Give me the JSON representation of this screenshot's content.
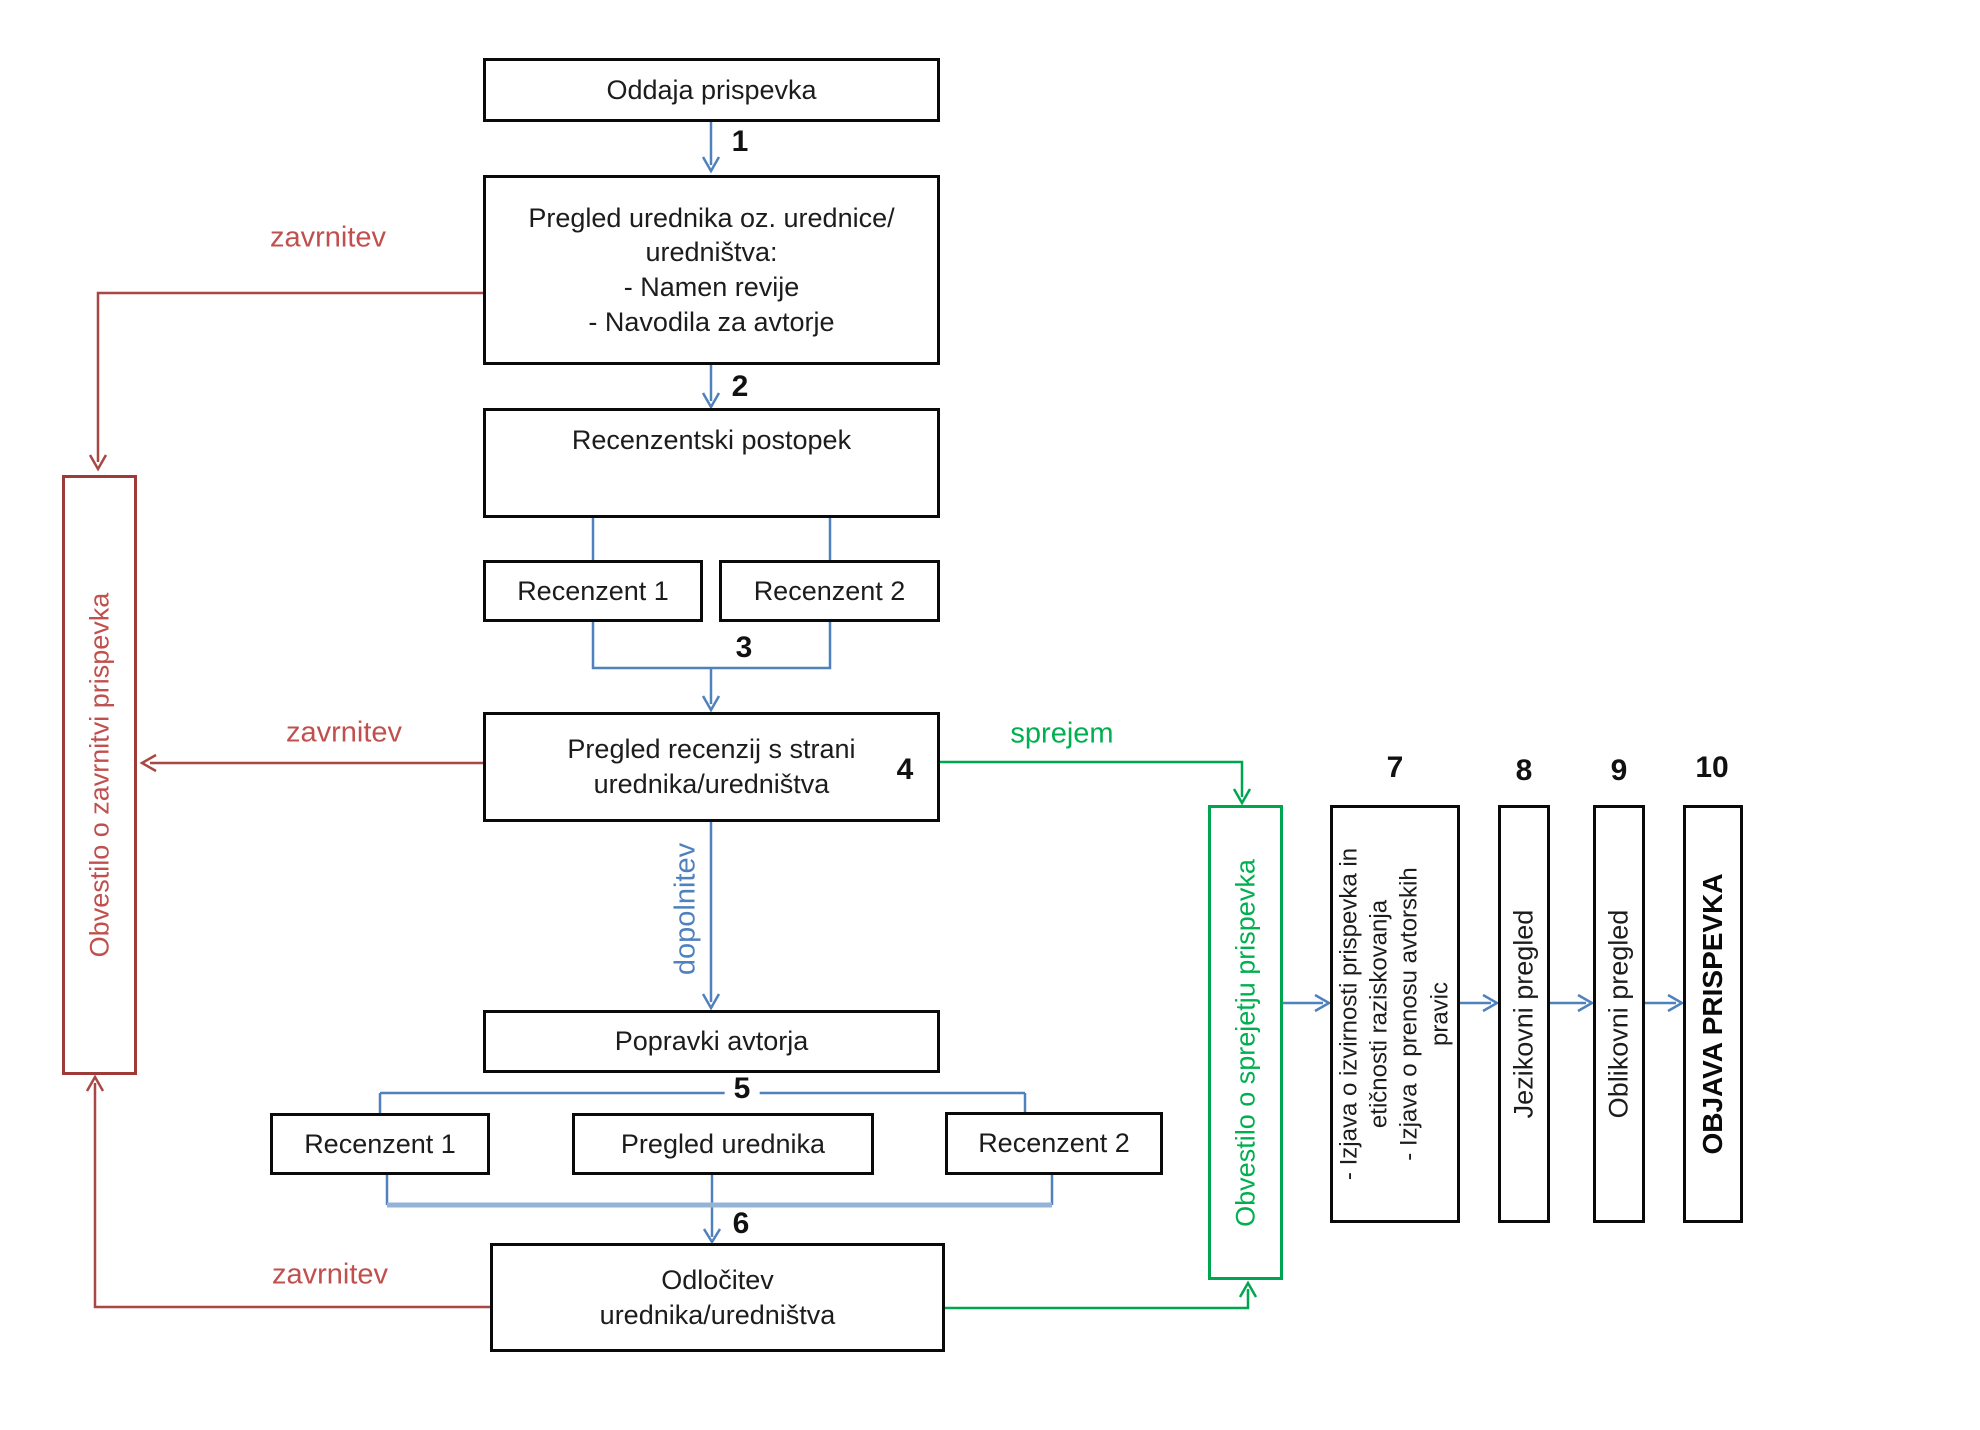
{
  "diagram": {
    "boxes": {
      "oddaja": "Oddaja prispevka",
      "pregled_urednika_lines": [
        "Pregled urednika oz. urednice/",
        "uredništva:",
        "- Namen revije",
        "- Navodila za avtorje"
      ],
      "recenzentski": "Recenzentski postopek",
      "recenzent1_top": "Recenzent 1",
      "recenzent2_top": "Recenzent 2",
      "pregled_recenzij_lines": [
        "Pregled recenzij s strani",
        "urednika/uredništva"
      ],
      "popravki": "Popravki avtorja",
      "recenzent1_mid": "Recenzent 1",
      "pregled_urednika_mid": "Pregled urednika",
      "recenzent2_mid": "Recenzent 2",
      "odlocitev_lines": [
        "Odločitev",
        "urednika/uredništva"
      ],
      "obvestilo_zavrnitvi": "Obvestilo o zavrnitvi prispevka",
      "obvestilo_sprejetju": "Obvestilo o sprejetju prispevka",
      "izjave_lines": [
        "- Izjava o izvirnosti prispevka in",
        "etičnosti raziskovanja",
        "- Izjava o prenosu avtorskih",
        "pravic"
      ],
      "jezikovni": "Jezikovni pregled",
      "oblikovni": "Oblikovni pregled",
      "objava": "OBJAVA PRISPEVKA"
    },
    "edge_labels": {
      "zavrnitev_top": "zavrnitev",
      "zavrnitev_mid": "zavrnitev",
      "zavrnitev_bottom": "zavrnitev",
      "sprejem": "sprejem",
      "dopolnitev": "dopolnitev"
    },
    "step_numbers": [
      "1",
      "2",
      "3",
      "4",
      "5",
      "6",
      "7",
      "8",
      "9",
      "10"
    ],
    "colors": {
      "flow_line": "#4f81bd",
      "flow_line_light": "#95b3d7",
      "rejection_line": "#a84743",
      "rejection_text": "#c0504d",
      "accept_line": "#00a550",
      "accept_text": "#00b050",
      "box_border": "#0a0a0a"
    }
  }
}
